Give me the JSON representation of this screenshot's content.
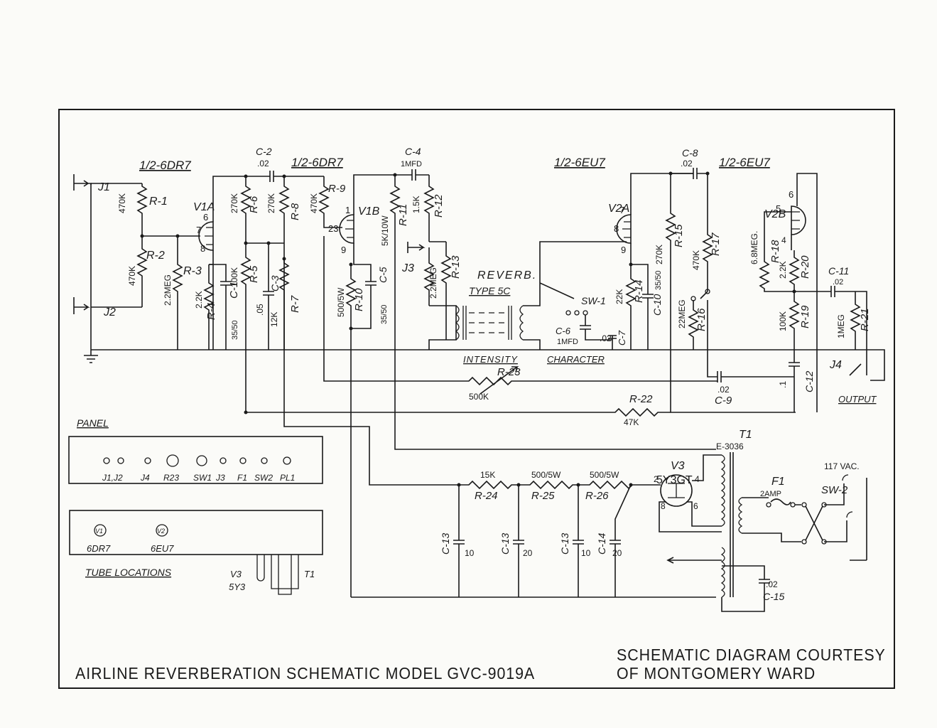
{
  "titles": {
    "main": "AIRLINE REVERBERATION SCHEMATIC MODEL GVC-9019A",
    "credit_line1": "SCHEMATIC DIAGRAM COURTESY",
    "credit_line2": "OF MONTGOMERY WARD"
  },
  "tubes": {
    "v1_half_a": "1/2-6DR7",
    "v1_half_b": "1/2-6DR7",
    "v2_half_a": "1/2-6EU7",
    "v2_half_b": "1/2-6EU7",
    "v1a": "V1A",
    "v1b": "V1B",
    "v2a": "V2A",
    "v2b": "V2B",
    "v3": "V3",
    "v3_type": "5Y3GT"
  },
  "pins": {
    "v1a_6": "6",
    "v1a_7": "7",
    "v1a_8": "8",
    "v1b_1": "1",
    "v1b_23": "23",
    "v1b_9": "9",
    "v2a_8": "8",
    "v2a_9": "9",
    "v2a_7": "7",
    "v2b_6": "6",
    "v2b_5": "5",
    "v2b_4": "4",
    "v3_2": "2",
    "v3_4": "4",
    "v3_8": "8",
    "v3_6": "6"
  },
  "jacks": {
    "j1": "J1",
    "j2": "J2",
    "j3": "J3",
    "j4": "J4"
  },
  "resistors": [
    {
      "ref": "R-1",
      "value": "470K"
    },
    {
      "ref": "R-2",
      "value": "470K"
    },
    {
      "ref": "R-3",
      "value": "2.2MEG"
    },
    {
      "ref": "R-4",
      "value": "2.2K"
    },
    {
      "ref": "R-5",
      "value": "100K"
    },
    {
      "ref": "R-6",
      "value": "270K"
    },
    {
      "ref": "R-7",
      "value": "12K"
    },
    {
      "ref": "R-8",
      "value": "270K"
    },
    {
      "ref": "R-9",
      "value": "470K"
    },
    {
      "ref": "R-10",
      "value": "500/5W"
    },
    {
      "ref": "R-11",
      "value": "5K/10W"
    },
    {
      "ref": "R-12",
      "value": "1.5K"
    },
    {
      "ref": "R-13",
      "value": "2.2MEG"
    },
    {
      "ref": "R-14",
      "value": "22K"
    },
    {
      "ref": "R-15",
      "value": "270K"
    },
    {
      "ref": "R-16",
      "value": "22MEG"
    },
    {
      "ref": "R-17",
      "value": "470K"
    },
    {
      "ref": "R-18",
      "value": "6.8MEG."
    },
    {
      "ref": "R-19",
      "value": "100K"
    },
    {
      "ref": "R-20",
      "value": "2.2K"
    },
    {
      "ref": "R-21",
      "value": "1MEG"
    },
    {
      "ref": "R-22",
      "value": "47K"
    },
    {
      "ref": "R-23",
      "value": "500K"
    },
    {
      "ref": "R-24",
      "value": "15K"
    },
    {
      "ref": "R-25",
      "value": "500/5W"
    },
    {
      "ref": "R-26",
      "value": "500/5W"
    }
  ],
  "capacitors": [
    {
      "ref": "C-1",
      "value": "35/50"
    },
    {
      "ref": "C-2",
      "value": ".02"
    },
    {
      "ref": "C-3",
      "value": ".05"
    },
    {
      "ref": "C-4",
      "value": "1MFD"
    },
    {
      "ref": "C-5",
      "value": "35/50"
    },
    {
      "ref": "C-6",
      "value": "1MFD"
    },
    {
      "ref": "C-7",
      "value": ".02"
    },
    {
      "ref": "C-8",
      "value": ".02"
    },
    {
      "ref": "C-9",
      "value": ".02"
    },
    {
      "ref": "C-10",
      "value": "35/50"
    },
    {
      "ref": "C-11",
      "value": ".02"
    },
    {
      "ref": "C-12",
      "value": ".1"
    },
    {
      "ref": "C-13",
      "value": "10"
    },
    {
      "ref": "C-13",
      "value": "20"
    },
    {
      "ref": "C-13",
      "value": "10"
    },
    {
      "ref": "C-14",
      "value": "20"
    },
    {
      "ref": "C-15",
      "value": ".02"
    }
  ],
  "controls": {
    "reverb_unit": "REVERB.",
    "reverb_type": "TYPE 5C",
    "intensity": "INTENSITY",
    "character": "CHARACTER",
    "sw1": "SW-1",
    "output": "OUTPUT"
  },
  "power": {
    "transformer": "T1",
    "transformer_part": "E-3036",
    "fuse": "F1",
    "fuse_rating": "2AMP",
    "switch": "SW-2",
    "mains": "117 VAC."
  },
  "panel": {
    "title": "PANEL",
    "labels": [
      "J1,J2",
      "J4",
      "R23",
      "SW1",
      "J3",
      "F1",
      "SW2",
      "PL1"
    ]
  },
  "tube_locations": {
    "title": "TUBE LOCATIONS",
    "v1": "V1",
    "v2": "V2",
    "v1_type": "6DR7",
    "v2_type": "6EU7",
    "v3": "V3",
    "v3_type": "5Y3",
    "t1": "T1"
  }
}
